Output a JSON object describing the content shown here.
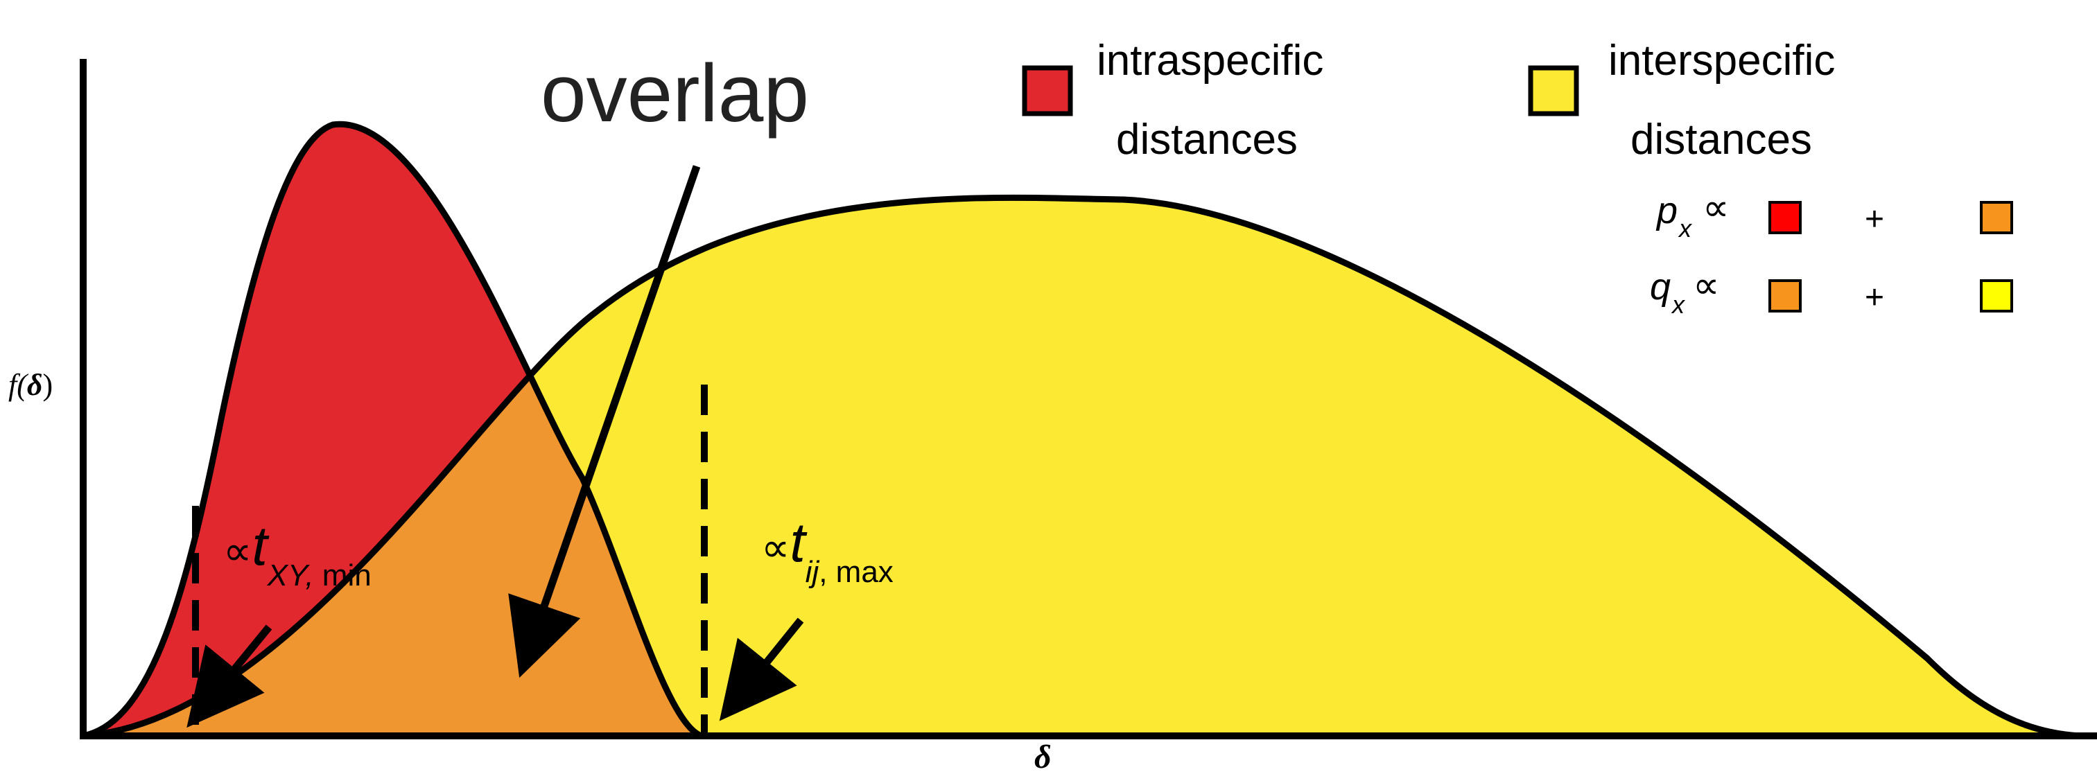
{
  "title": "overlap",
  "legend": {
    "intra_line1": "intraspecific",
    "intra_line2": "distances",
    "inter_line1": "interspecific",
    "inter_line2": "distances",
    "px_sym": "p",
    "px_sub": "x",
    "qx_sym": "q",
    "qx_sub": "x",
    "prop": "∝",
    "plus": "+"
  },
  "axes": {
    "y_label_f": "f(",
    "y_label_delta": "δ",
    "y_label_close": ")",
    "x_label": "δ"
  },
  "annotations": {
    "tmin_prop": "∝",
    "tmin_t": "t",
    "tmin_sub": "XY,",
    "tmin_sub2": " min",
    "tmax_prop": "∝",
    "tmax_t": "t",
    "tmax_sub": "ij",
    "tmax_sub2": ", max"
  },
  "colors": {
    "intraspecific": "#E1282E",
    "interspecific": "#FBE934",
    "overlap": "#EF9630",
    "swatch_red": "#FF0000",
    "swatch_orange": "#F7941D",
    "swatch_yellow": "#FFFF00",
    "stroke": "#000000"
  }
}
